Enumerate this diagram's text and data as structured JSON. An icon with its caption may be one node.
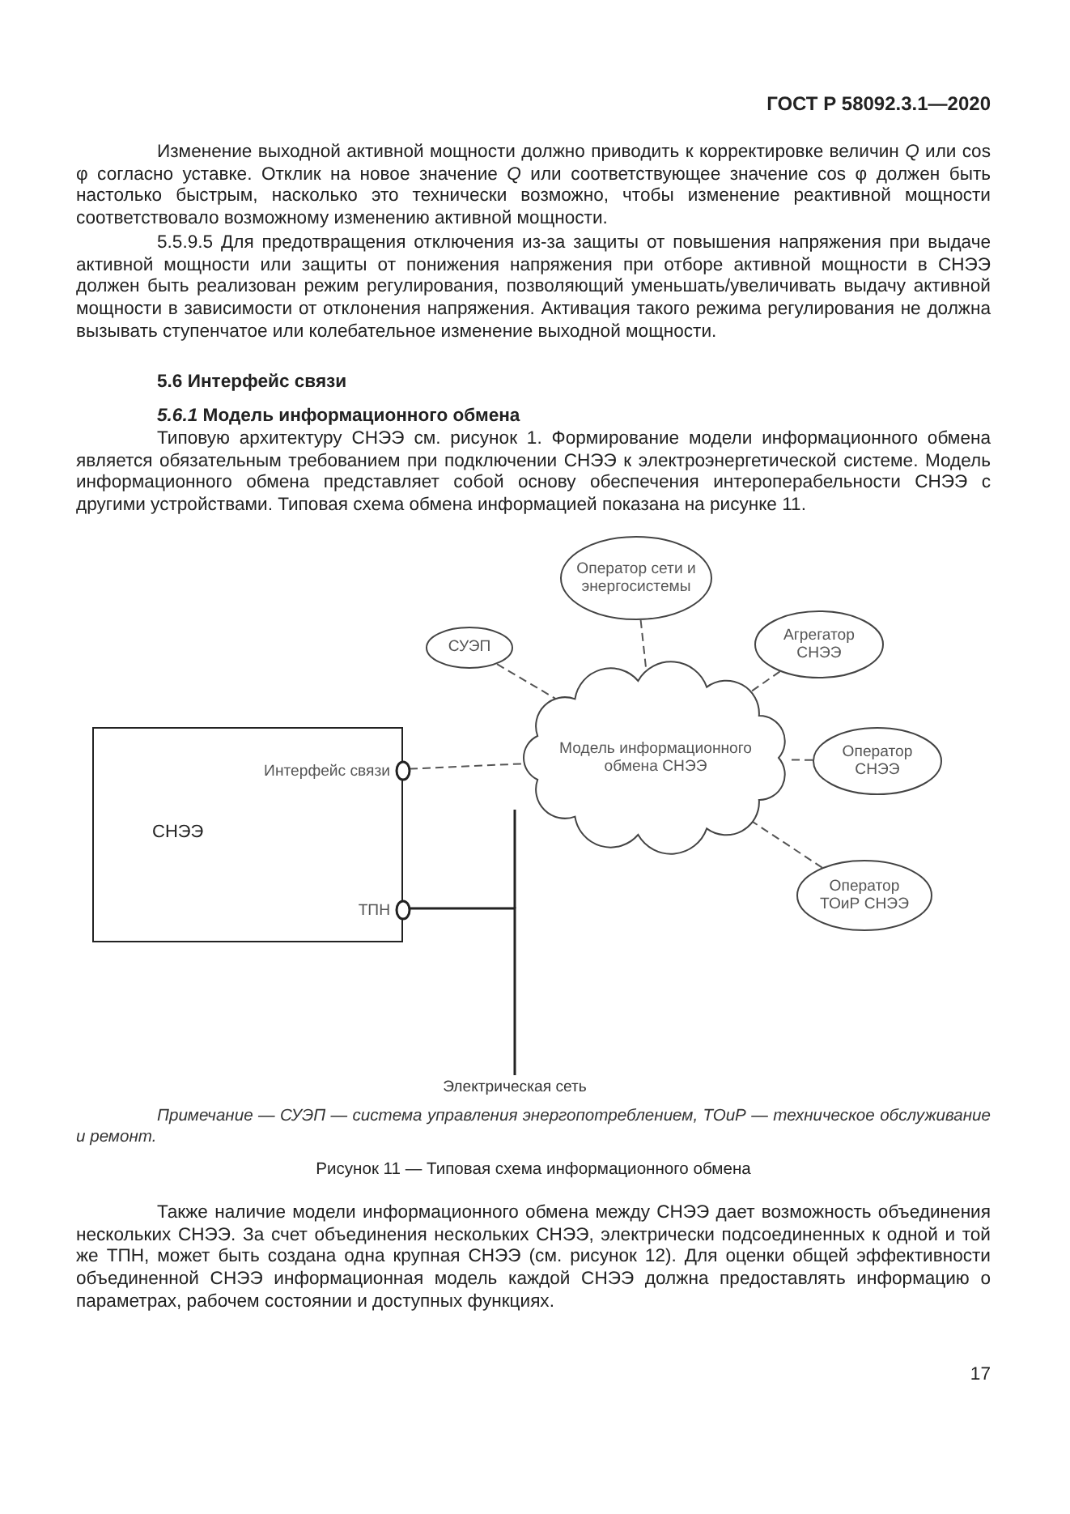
{
  "diagram": {
    "caption": "Рисунок 11 — Типовая схема информационного обмена",
    "nodes": [
      {
        "text": [
          "СНЭЭ"
        ]
      },
      {
        "text": [
          "Интерфейс связи"
        ],
        "in": 0
      },
      {
        "text": [
          "ТПН"
        ],
        "in": 0
      },
      {
        "text": [
          "Модель информационного обмена СНЭЭ"
        ]
      },
      {
        "text": [
          "СУЭП"
        ]
      },
      {
        "text": [
          "Оператор сети и энергосистемы"
        ]
      },
      {
        "text": [
          "Агрегатор СНЭЭ"
        ]
      },
      {
        "text": [
          "Оператор СНЭЭ"
        ]
      },
      {
        "text": [
          "Оператор ТОиР СНЭЭ"
        ]
      },
      {
        "text": [
          "Электрическая сеть"
        ]
      }
    ],
    "edges": [
      {
        "from": 1,
        "to": 3,
        "arrow": "none",
        "style": "dashed"
      },
      {
        "from": 4,
        "to": 3,
        "arrow": "none",
        "style": "dashed"
      },
      {
        "from": 5,
        "to": 3,
        "arrow": "none",
        "style": "dashed"
      },
      {
        "from": 6,
        "to": 3,
        "arrow": "none",
        "style": "dashed"
      },
      {
        "from": 7,
        "to": 3,
        "arrow": "none",
        "style": "dashed"
      },
      {
        "from": 8,
        "to": 3,
        "arrow": "none",
        "style": "dashed"
      },
      {
        "from": 2,
        "to": 9,
        "arrow": "none"
      }
    ],
    "labels": [
      "ГОСТ Р 58092.3.1—2020",
      "Изменение выходной активной мощности должно приводить к корректировке величин *Q* или cos φ согласно уставке. Отклик на новое значение *Q* или соответствующее значение cos φ должен быть настолько быстрым, насколько это технически возможно, чтобы изменение реактивной мощности соответствовало возможному изменению активной мощности.",
      "5.5.9.5 Для предотвращения отключения из-за защиты от повышения напряжения при выдаче активной мощности или защиты от понижения напряжения при отборе активной мощности в СНЭЭ должен быть реализован режим регулирования, позволяющий уменьшать/увеличивать выдачу активной мощности в зависимости от отклонения напряжения. Активация такого режима регулирования не должна вызывать ступенчатое или колебательное изменение выходной мощности.",
      "5.6 Интерфейс связи",
      "*5.6.1* Модель информационного обмена",
      "Типовую архитектуру СНЭЭ см. рисунок 1. Формирование модели информационного обмена является обязательным требованием при подключении СНЭЭ к электроэнергетической системе. Модель информационного обмена представляет собой основу обеспечения интероперабельности СНЭЭ с другими устройствами. Типовая схема обмена информацией показана на рисунке 11.",
      "Примечание — СУЭП — система управления энергопотреблением, ТОиР — техническое обслуживание и ремонт.",
      "Также наличие модели информационного обмена между СНЭЭ дает возможность объединения нескольких СНЭЭ. За счет объединения нескольких СНЭЭ, электрически подсоединенных к одной и той же ТПН, может быть создана одна крупная СНЭЭ (см. рисунок 12). Для оценки общей эффективности объединенной СНЭЭ информационная модель каждой СНЭЭ должна предоставлять информацию о параметрах, рабочем состоянии и доступных функциях.",
      "17"
    ]
  }
}
